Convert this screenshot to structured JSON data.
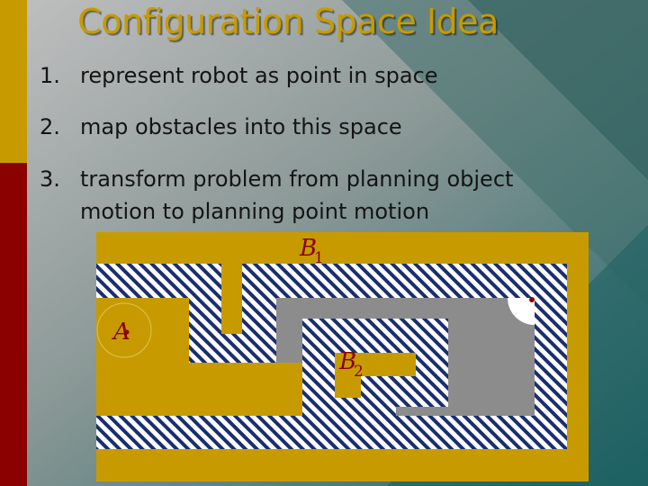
{
  "slide": {
    "title": "Configuration Space Idea",
    "items": [
      {
        "number": "1.",
        "text": "represent robot as point in space"
      },
      {
        "number": "2.",
        "text": "map obstacles into this space"
      },
      {
        "number": "3.",
        "text": "transform problem from planning object",
        "text2": "motion to planning point motion"
      }
    ]
  },
  "figure": {
    "robot_label": "A",
    "obstacle1_label": "B",
    "obstacle1_sub": "1",
    "obstacle2_label": "B",
    "obstacle2_sub": "2"
  },
  "colors": {
    "gold": "#c79b00",
    "dark_red": "#8b0000",
    "teal": "#3f6f6c",
    "navy_hatch": "#1a2e6e",
    "free_space_gray": "#8c8c8c"
  }
}
